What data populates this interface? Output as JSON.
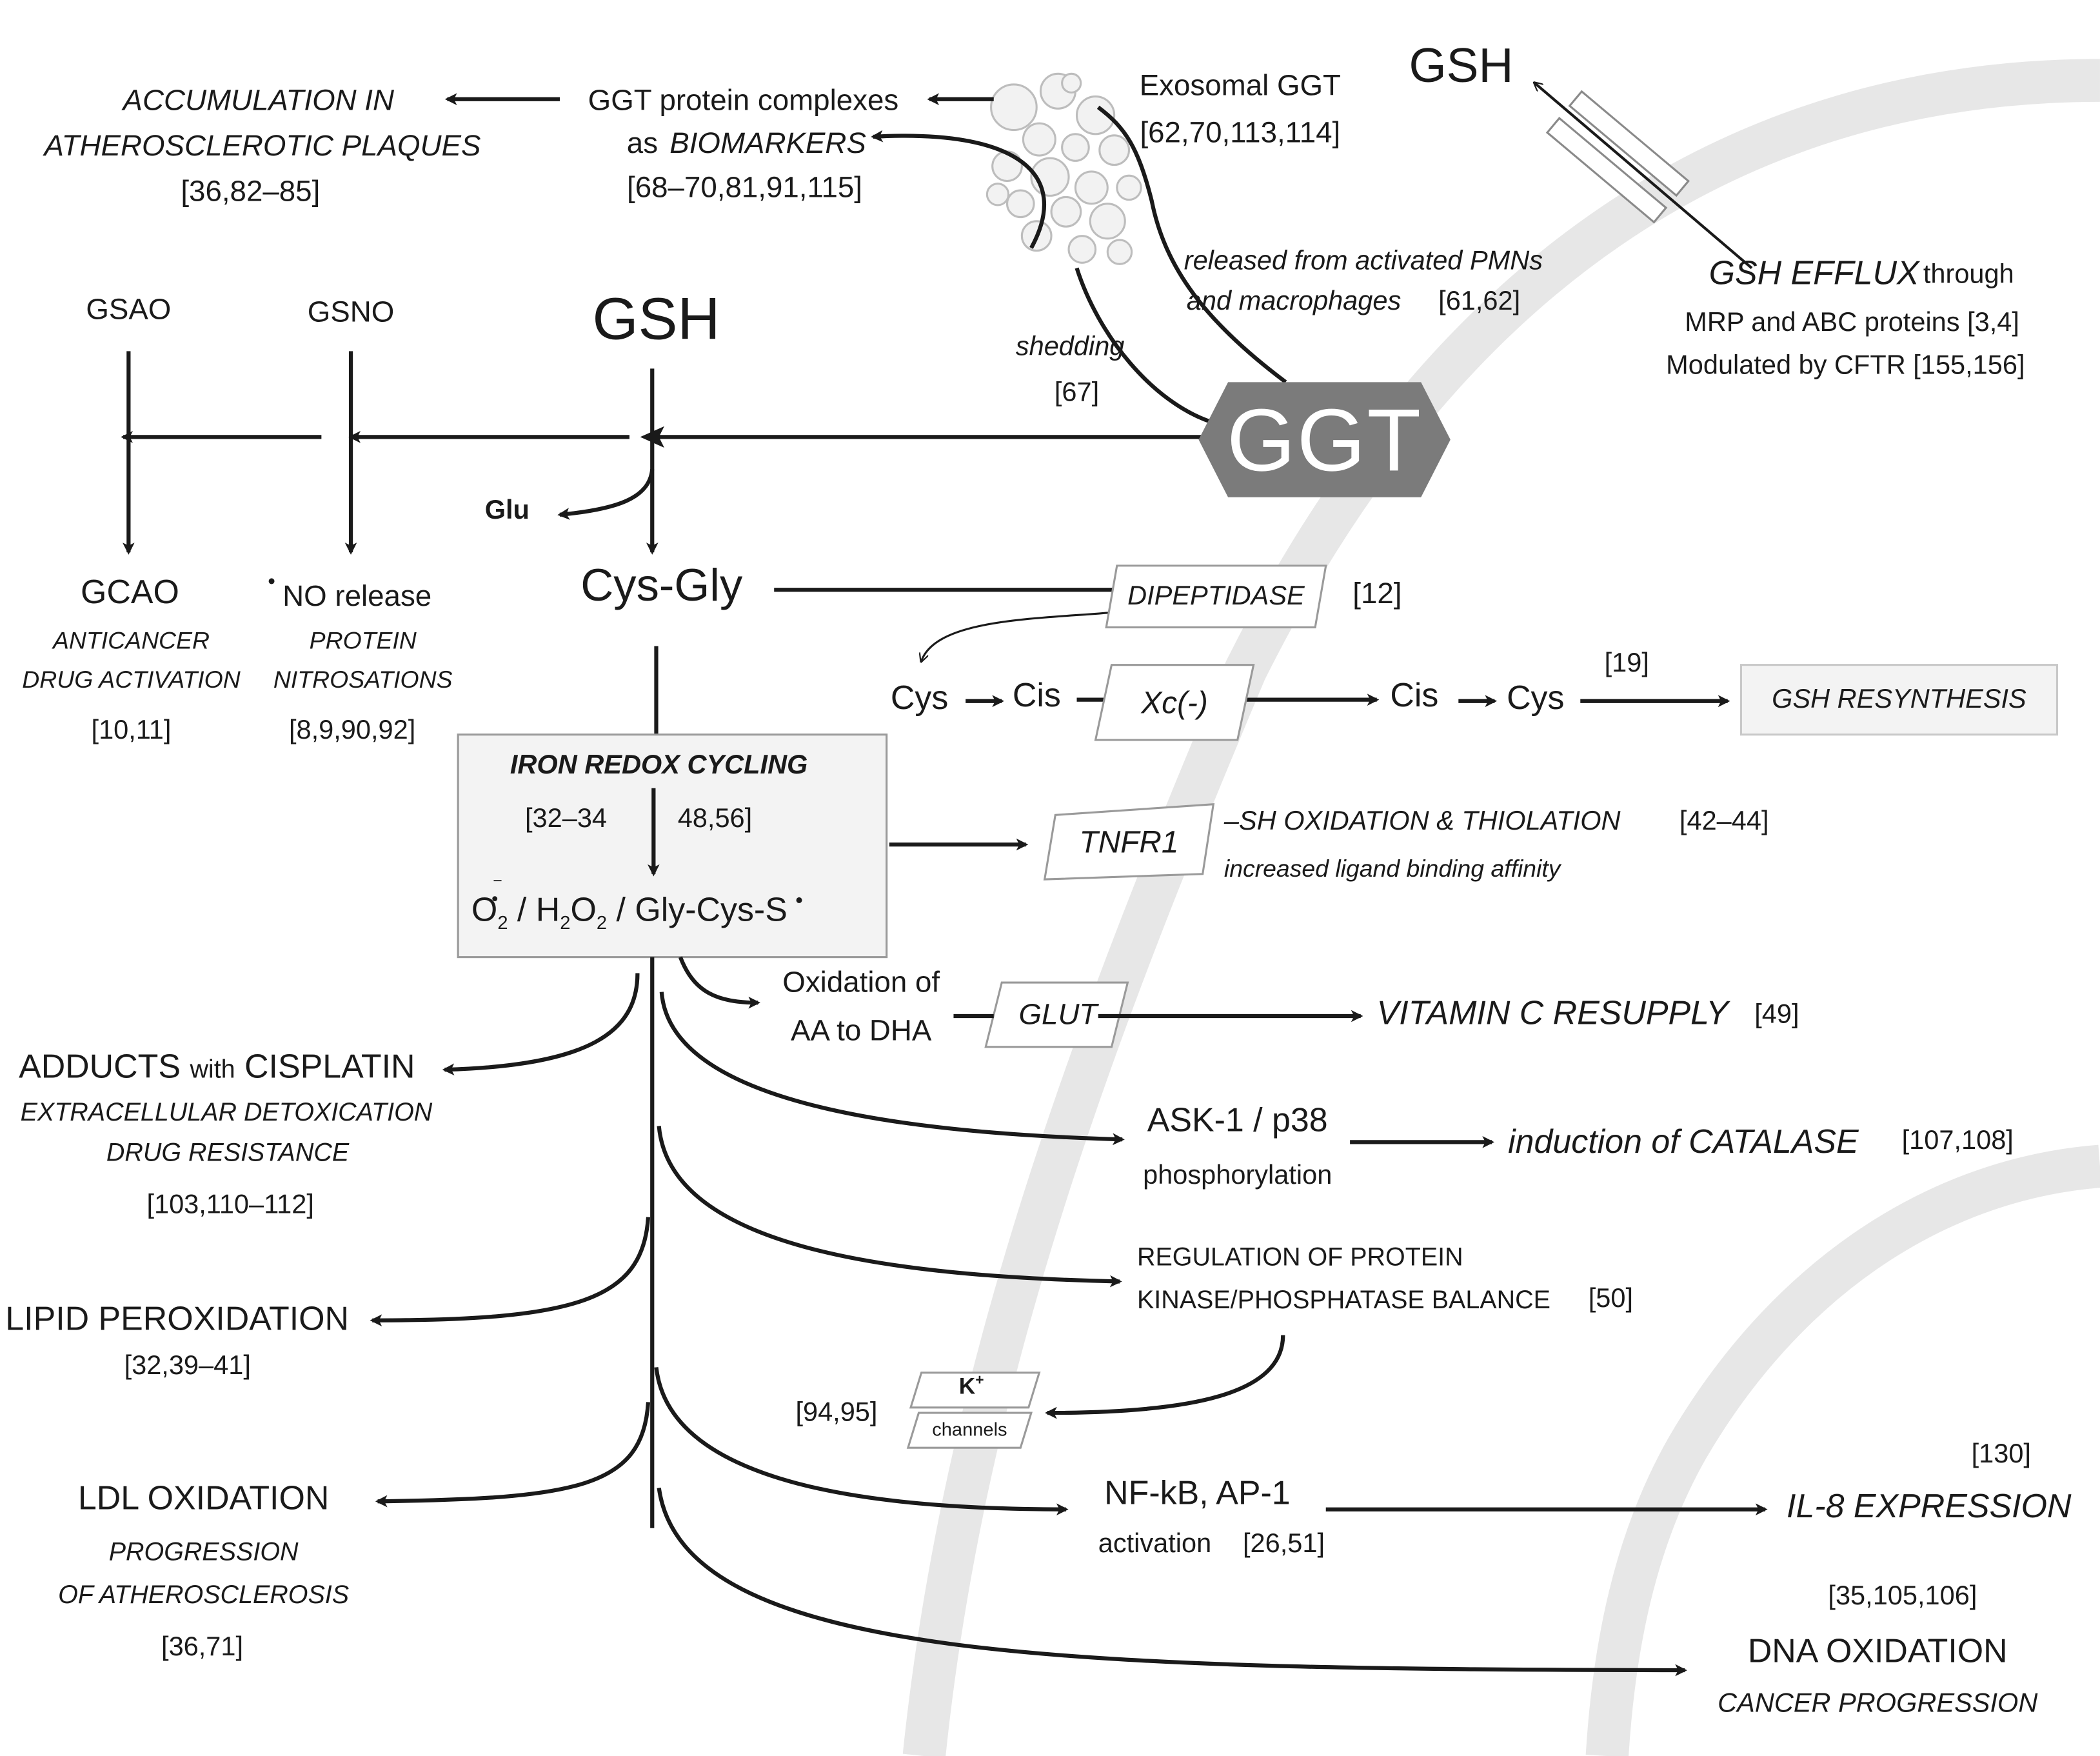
{
  "colors": {
    "ink": "#1a1a1a",
    "ggt_fill": "#7b7b7b",
    "arc": "#e7e7e7",
    "box_fill": "#f3f3f3",
    "box_stroke": "#9a9a9a",
    "white": "#ffffff"
  },
  "top": {
    "accumulation": [
      "ACCUMULATION IN",
      "ATHEROSCLEROTIC PLAQUES",
      "[36,82–85]"
    ],
    "biomarkers": [
      "GGT protein complexes",
      "as",
      "BIOMARKERS",
      "[68–70,81,91,115]"
    ],
    "exosomal": [
      "Exosomal GGT",
      "[62,70,113,114]"
    ],
    "released": [
      "released from activated PMNs",
      "and macrophages",
      "[61,62]"
    ],
    "shedding": [
      "shedding",
      "[67]"
    ],
    "gsh_out": "GSH",
    "efflux": [
      "GSH EFFLUX",
      "through",
      "MRP and ABC proteins  [3,4]",
      "Modulated by CFTR  [155,156]"
    ]
  },
  "left": {
    "gsao": "GSAO",
    "gsno": "GSNO",
    "gsh": "GSH",
    "ggt": "GGT",
    "glu": "Glu",
    "gcao": [
      "GCAO",
      "ANTICANCER",
      "DRUG ACTIVATION",
      "[10,11]"
    ],
    "no_release": [
      "•",
      "NO release",
      "PROTEIN",
      "NITROSATIONS",
      "[8,9,90,92]"
    ],
    "cysgly": "Cys-Gly"
  },
  "dipeptidase": {
    "label": "DIPEPTIDASE",
    "ref": "[12]"
  },
  "cys_chain": {
    "cys1": "Cys",
    "cis1": "Cis",
    "xc": "Xc(-)",
    "cis2": "Cis",
    "cys2": "Cys",
    "ref": "[19]",
    "resynthesis": "GSH  RESYNTHESIS"
  },
  "iron_box": {
    "title": "IRON REDOX CYCLING",
    "ref_left": "[32–34",
    "ref_right": "48,56]",
    "formula": {
      "o": "O",
      "sub2": "2",
      "dot": "•",
      "minus": "−",
      "sep1": " / H",
      "h2o2_o": "O",
      "sep2": " / Gly-Cys-S",
      "rad": "•"
    }
  },
  "tnfr1": {
    "label": "TNFR1",
    "line1": "–SH OXIDATION & THIOLATION",
    "ref": "[42–44]",
    "line2": "increased ligand binding affinity"
  },
  "glut": {
    "ox1": "Oxidation of",
    "ox2": "AA to DHA",
    "label": "GLUT",
    "vitc": "VITAMIN C RESUPPLY",
    "ref": "[49]"
  },
  "ask": {
    "line1": "ASK-1 / p38",
    "line2": "phosphorylation",
    "catalase": "induction of CATALASE",
    "ref": "[107,108]"
  },
  "kinase": {
    "line1": "REGULATION OF PROTEIN",
    "line2": "KINASE/PHOSPHATASE BALANCE",
    "ref": "[50]"
  },
  "kchannels": {
    "ref": "[94,95]",
    "k": "K",
    "kplus": "+",
    "label": "channels"
  },
  "nfkb": {
    "line1": "NF-kB, AP-1",
    "line2": "activation",
    "ref": "[26,51]",
    "il8_ref": "[130]",
    "il8": "IL-8 EXPRESSION"
  },
  "dna": {
    "ref": "[35,105,106]",
    "line1": "DNA OXIDATION",
    "line2": "CANCER PROGRESSION"
  },
  "adducts": {
    "line1a": "ADDUCTS",
    "line1b": "with",
    "line1c": "CISPLATIN",
    "line2": "EXTRACELLULAR DETOXICATION",
    "line3": "DRUG RESISTANCE",
    "ref": "[103,110–112]"
  },
  "lipid": {
    "line1": "LIPID PEROXIDATION",
    "ref": "[32,39–41]"
  },
  "ldl": {
    "line1": "LDL OXIDATION",
    "line2": "PROGRESSION",
    "line3": "OF ATHEROSCLEROSIS",
    "ref": "[36,71]"
  }
}
